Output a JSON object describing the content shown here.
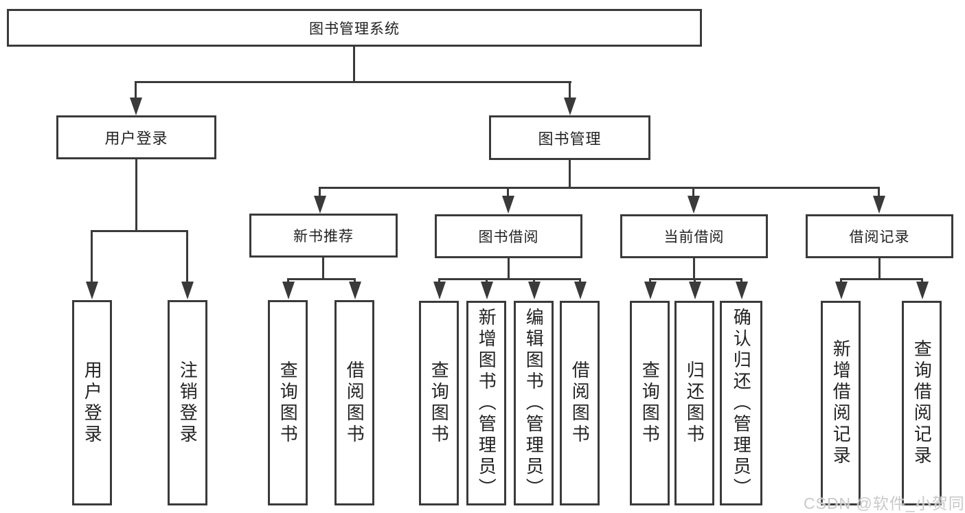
{
  "diagram": {
    "title": "图书管理系统",
    "level2": {
      "user_login": "用户登录",
      "book_management": "图书管理"
    },
    "level3": {
      "new_books": "新书推荐",
      "borrowing": "图书借阅",
      "current": "当前借阅",
      "records": "借阅记录"
    },
    "leaves": {
      "user_login": [
        "用户登录",
        "注销登录"
      ],
      "new_books": [
        "查询图书",
        "借阅图书"
      ],
      "borrowing": [
        "查询图书",
        "新增图书（管理员）",
        "编辑图书（管理员）",
        "借阅图书"
      ],
      "current": [
        "查询图书",
        "归还图书",
        "确认归还（管理员）"
      ],
      "records": [
        "新增借阅记录",
        "查询借阅记录"
      ]
    },
    "watermark": "CSDN @软件_小贺同学",
    "colors": {
      "line": "#3a3a3a",
      "text": "#222222",
      "watermark": "#c9c9c9",
      "background": "#ffffff"
    }
  }
}
